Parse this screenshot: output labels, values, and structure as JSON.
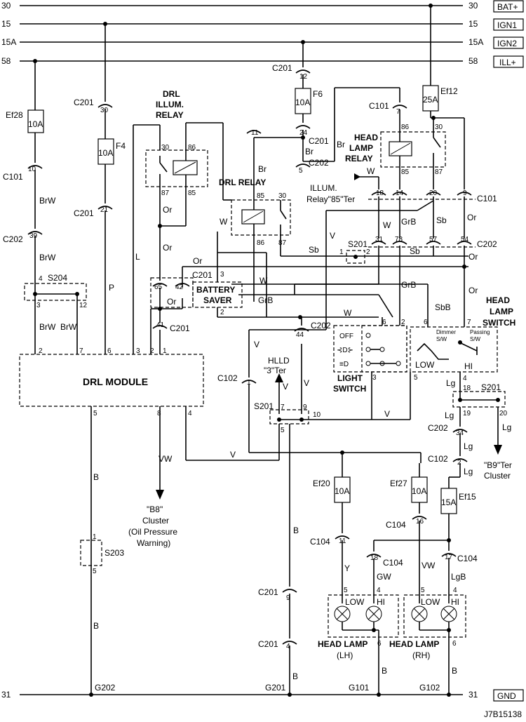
{
  "rails": [
    {
      "left": "30",
      "right": "30",
      "name": "BAT+"
    },
    {
      "left": "15",
      "right": "15",
      "name": "IGN1"
    },
    {
      "left": "15A",
      "right": "15A",
      "name": "IGN2"
    },
    {
      "left": "58",
      "right": "58",
      "name": "ILL+"
    }
  ],
  "ground_rail": {
    "left": "31",
    "right": "31",
    "name": "GND"
  },
  "grounds": [
    "G202",
    "G201",
    "G101",
    "G102"
  ],
  "fuses": [
    {
      "name": "Ef28",
      "rating": "10A"
    },
    {
      "name": "F4",
      "rating": "10A"
    },
    {
      "name": "F6",
      "rating": "10A"
    },
    {
      "name": "Ef12",
      "rating": "25A"
    },
    {
      "name": "Ef20",
      "rating": "10A"
    },
    {
      "name": "Ef27",
      "rating": "10A"
    },
    {
      "name": "Ef15",
      "rating": "15A"
    }
  ],
  "connectors": {
    "c201": "C201",
    "c101": "C101",
    "c202": "C202",
    "c102": "C102",
    "c104": "C104",
    "s204": "S204",
    "s201": "S201",
    "s203": "S203"
  },
  "components": {
    "drl_module": "DRL MODULE",
    "drl_illum_relay": [
      "DRL",
      "ILLUM.",
      "RELAY"
    ],
    "drl_relay": "DRL RELAY",
    "head_lamp_relay": [
      "HEAD",
      "LAMP",
      "RELAY"
    ],
    "battery_saver": [
      "BATTERY",
      "SAVER"
    ],
    "head_lamp_switch": [
      "HEAD",
      "LAMP",
      "SWITCH"
    ],
    "light_switch": [
      "LIGHT",
      "SWITCH"
    ],
    "head_lamp_lh": [
      "HEAD LAMP",
      "(LH)"
    ],
    "head_lamp_rh": [
      "HEAD LAMP",
      "(RH)"
    ],
    "low": "LOW",
    "hi": "HI",
    "off": "OFF",
    "dimmer": [
      "Dimmer",
      "S/W"
    ],
    "passing": [
      "Passing",
      "S/W"
    ]
  },
  "wire_colors": {
    "BrW": "BrW",
    "P": "P",
    "L": "L",
    "Or": "Or",
    "W": "W",
    "Br": "Br",
    "V": "V",
    "GrB": "GrB",
    "Sb": "Sb",
    "SbB": "SbB",
    "Lg": "Lg",
    "VW": "VW",
    "B": "B",
    "Y": "Y",
    "GW": "GW",
    "LgB": "LgB"
  },
  "annotations": {
    "illum_relay_ref": [
      "ILLUM.",
      "Relay\"85\"Ter"
    ],
    "hlld_ref": [
      "HLLD",
      "\"3\"Ter"
    ],
    "b8_ref": [
      "\"B8\"",
      "Cluster",
      "(Oil Pressure",
      "Warning)"
    ],
    "b9_ref": [
      "\"B9\"Ter",
      "Cluster"
    ]
  },
  "figure_id": "J7B15138"
}
